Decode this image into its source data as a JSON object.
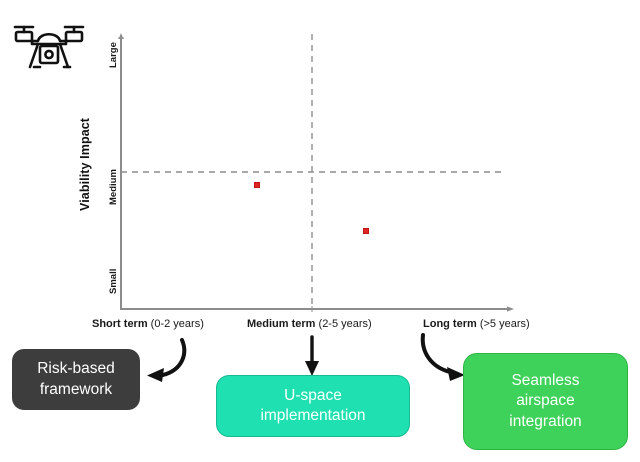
{
  "figure": {
    "icon": "drone-icon",
    "chart_data": {
      "type": "scatter",
      "title": "",
      "xlabel": "",
      "ylabel": "Viability Impact",
      "grid": true,
      "legend": false,
      "quadrant_lines": {
        "vertical_x": "Medium term boundary",
        "horizontal_y": "Medium"
      },
      "x_categories": [
        "Short term (0-2 years)",
        "Medium term (2-5 years)",
        "Long term (>5 years)"
      ],
      "y_categories": [
        "Small",
        "Medium",
        "Large"
      ],
      "xlim": [
        "Short term (0-2 years)",
        "Long term (>5 years)"
      ],
      "ylim": [
        "Small",
        "Large"
      ],
      "points": [
        {
          "label": "",
          "x": 0.35,
          "y": 0.46,
          "color": "#e02424"
        },
        {
          "label": "",
          "x": 0.63,
          "y": 0.29,
          "color": "#e02424"
        }
      ]
    },
    "y_axis": {
      "title": "Viability Impact",
      "ticks": [
        {
          "label": "Large"
        },
        {
          "label": "Medium"
        },
        {
          "label": "Small"
        }
      ]
    },
    "x_axis": {
      "ticks": [
        {
          "bold": "Short term",
          "plain": " (0-2 years)"
        },
        {
          "bold": "Medium term",
          "plain": " (2-5 years)"
        },
        {
          "bold": "Long term",
          "plain": " (>5 years)"
        }
      ]
    },
    "cards": [
      {
        "id": "risk",
        "line1": "Risk-based",
        "line2": "framework",
        "line3": "",
        "fill": "#3d3d3d",
        "text_color": "#ffffff",
        "arrow": "curved-arrow-left"
      },
      {
        "id": "uspace",
        "line1": "U-space",
        "line2": "implementation",
        "line3": "",
        "fill": "#1fe0b0",
        "text_color": "#ffffff",
        "arrow": "straight-arrow-down"
      },
      {
        "id": "seamless",
        "line1": "Seamless",
        "line2": "airspace",
        "line3": "integration",
        "fill": "#3fd25a",
        "text_color": "#ffffff",
        "arrow": "curved-arrow-right"
      }
    ]
  }
}
